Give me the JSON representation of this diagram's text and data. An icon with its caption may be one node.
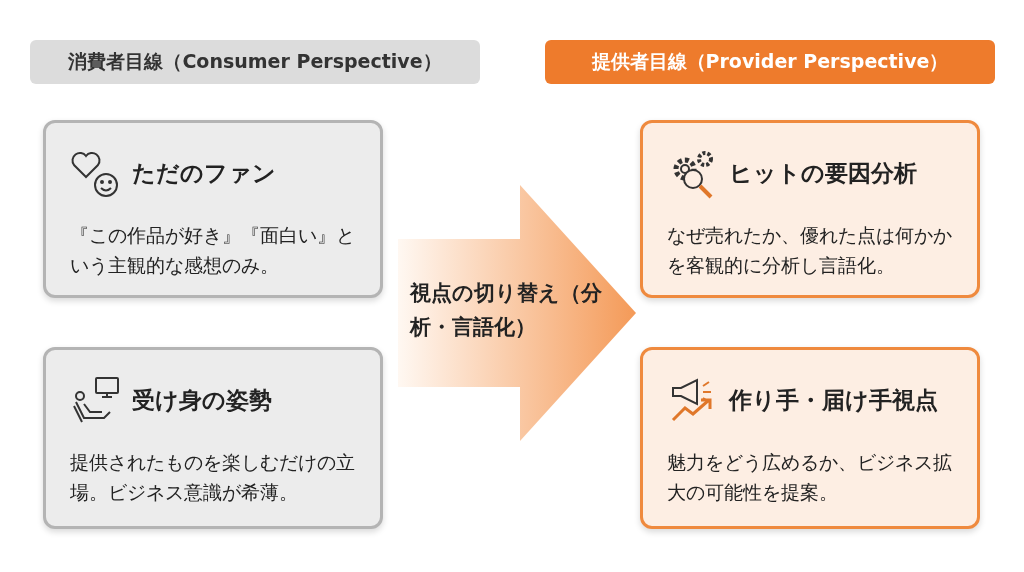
{
  "diagram": {
    "nodes": [
      {
        "text": [
          "消費者目線（Consumer Perspective）"
        ]
      },
      {
        "text": [
          "提供者目線（Provider Perspective）"
        ]
      },
      {
        "text": [
          "ただのファン",
          "『この作品が好き』『面白い』という主観的な感想のみ。"
        ]
      },
      {
        "text": [
          "受け身の姿勢",
          "提供されたものを楽しむだけの立場。ビジネス意識が希薄。"
        ]
      },
      {
        "text": [
          "視点の切り替え（分析・言語化）"
        ]
      },
      {
        "text": [
          "ヒットの要因分析",
          "なぜ売れたか、優れた点は何かかを客観的に分析し言語化。"
        ]
      },
      {
        "text": [
          "作り手・届け手視点",
          "魅力をどう広めるか、ビジネス拡大の可能性を提案。"
        ]
      }
    ]
  }
}
